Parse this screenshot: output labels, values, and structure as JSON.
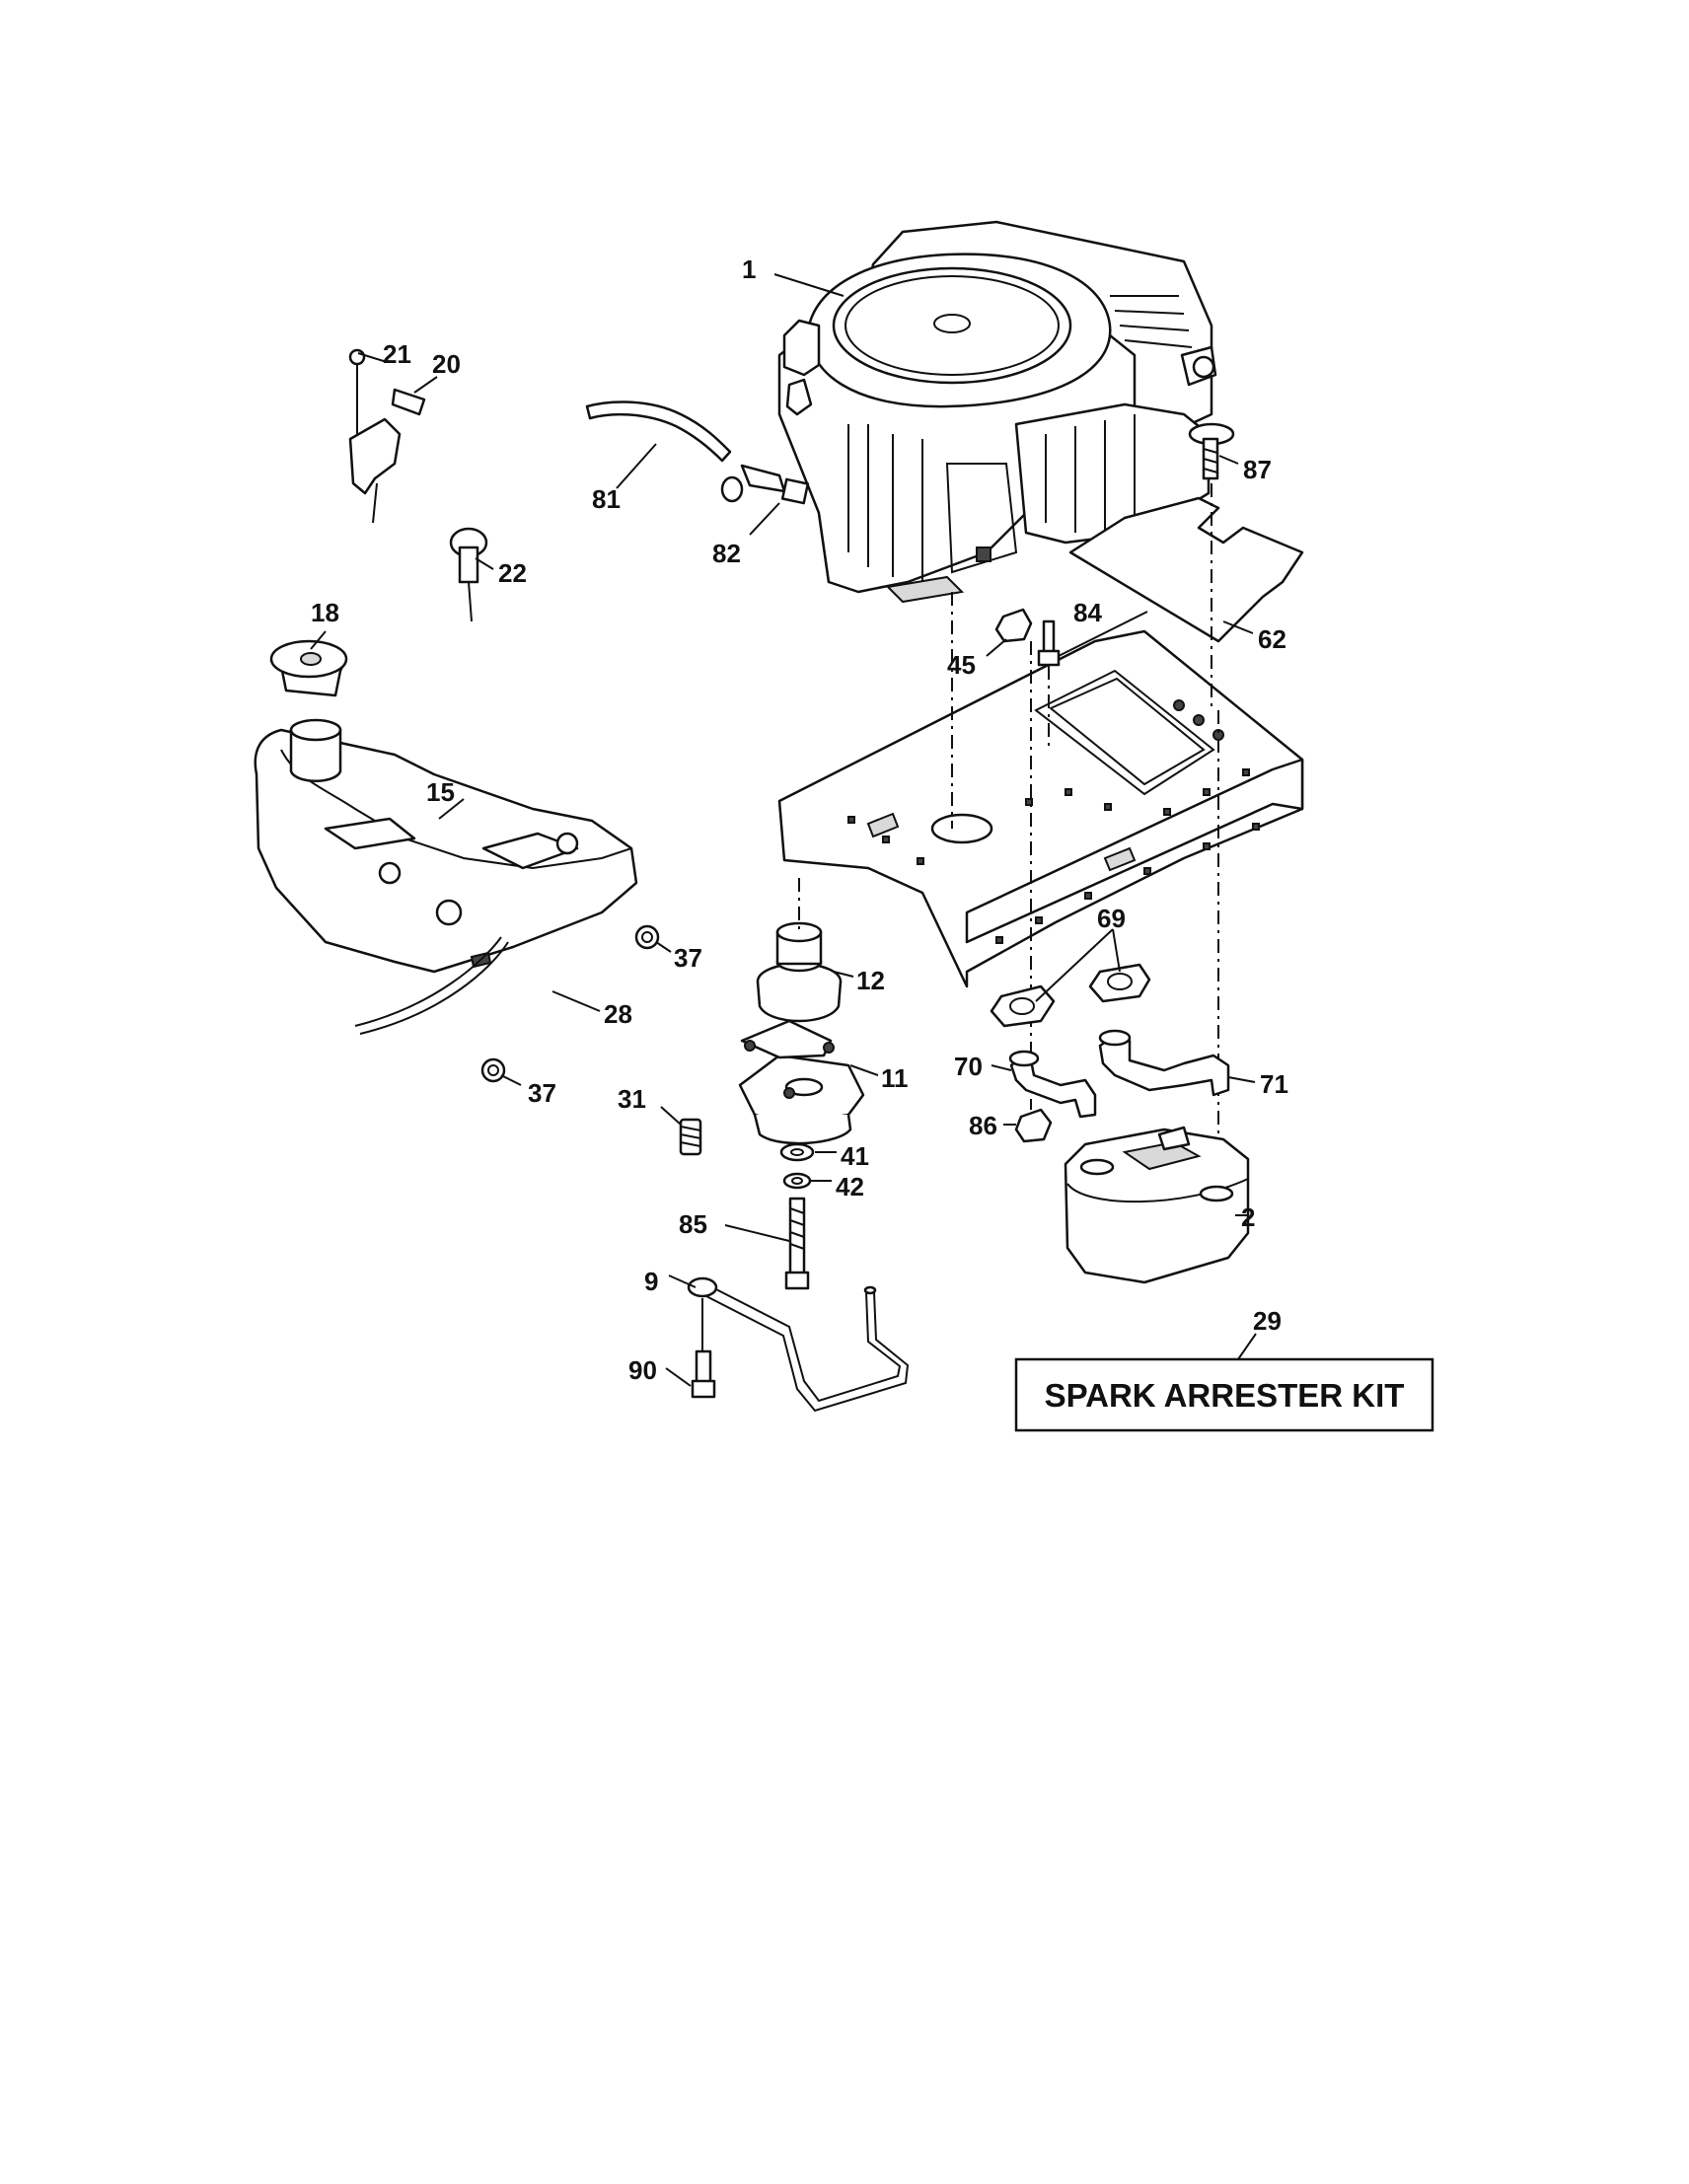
{
  "callouts": {
    "p1": "1",
    "p2": "2",
    "p9": "9",
    "p11": "11",
    "p12": "12",
    "p15": "15",
    "p18": "18",
    "p20": "20",
    "p21": "21",
    "p22": "22",
    "p28": "28",
    "p29": "29",
    "p31": "31",
    "p37a": "37",
    "p37b": "37",
    "p41": "41",
    "p42": "42",
    "p45": "45",
    "p62": "62",
    "p69": "69",
    "p70": "70",
    "p71": "71",
    "p81": "81",
    "p82": "82",
    "p84": "84",
    "p85": "85",
    "p86": "86",
    "p87": "87",
    "p90": "90"
  },
  "kit_box": {
    "label": "SPARK ARRESTER KIT"
  }
}
